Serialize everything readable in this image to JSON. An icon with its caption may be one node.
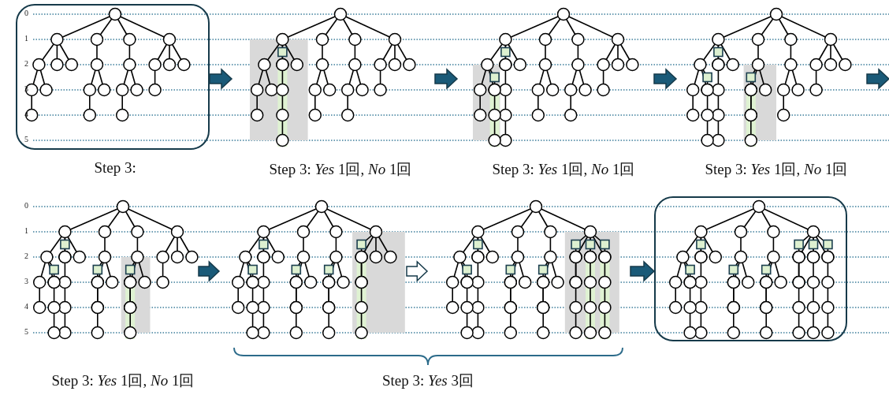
{
  "diagram": {
    "nodes": [
      {
        "text": [],
        "shape": "box",
        "beside": [
          "Step 3:"
        ]
      },
      {
        "text": [],
        "shape": "picture",
        "beside": [
          "Step 3: *Yes* 1回, *No* 1回"
        ]
      },
      {
        "text": [],
        "shape": "picture",
        "beside": [
          "Step 3: *Yes* 1回, *No* 1回"
        ]
      },
      {
        "text": [],
        "shape": "picture",
        "beside": [
          "Step 3: *Yes* 1回, *No* 1回"
        ]
      },
      {
        "text": [],
        "shape": "picture",
        "beside": [
          "Step 3: *Yes* 1回, *No* 1回"
        ]
      },
      {
        "text": [],
        "shape": "picture"
      },
      {
        "text": [],
        "shape": "picture"
      },
      {
        "text": [],
        "shape": "box"
      }
    ],
    "edges": [
      {
        "from": 0,
        "to": 1,
        "arrow": "to"
      },
      {
        "from": 1,
        "to": 2,
        "arrow": "to"
      },
      {
        "from": 2,
        "to": 3,
        "arrow": "to"
      },
      {
        "from": 3,
        "to": null,
        "arrow": "to"
      },
      {
        "from": 4,
        "to": 5,
        "arrow": "to"
      },
      {
        "from": 5,
        "to": 6,
        "arrow": "to",
        "color": "#ffffff"
      },
      {
        "from": 6,
        "to": 7,
        "arrow": "to"
      }
    ],
    "labels": [
      "0",
      "1",
      "2",
      "3",
      "4",
      "5",
      "0",
      "1",
      "2",
      "3",
      "4",
      "5",
      "Step 3: *Yes* 3回"
    ]
  }
}
